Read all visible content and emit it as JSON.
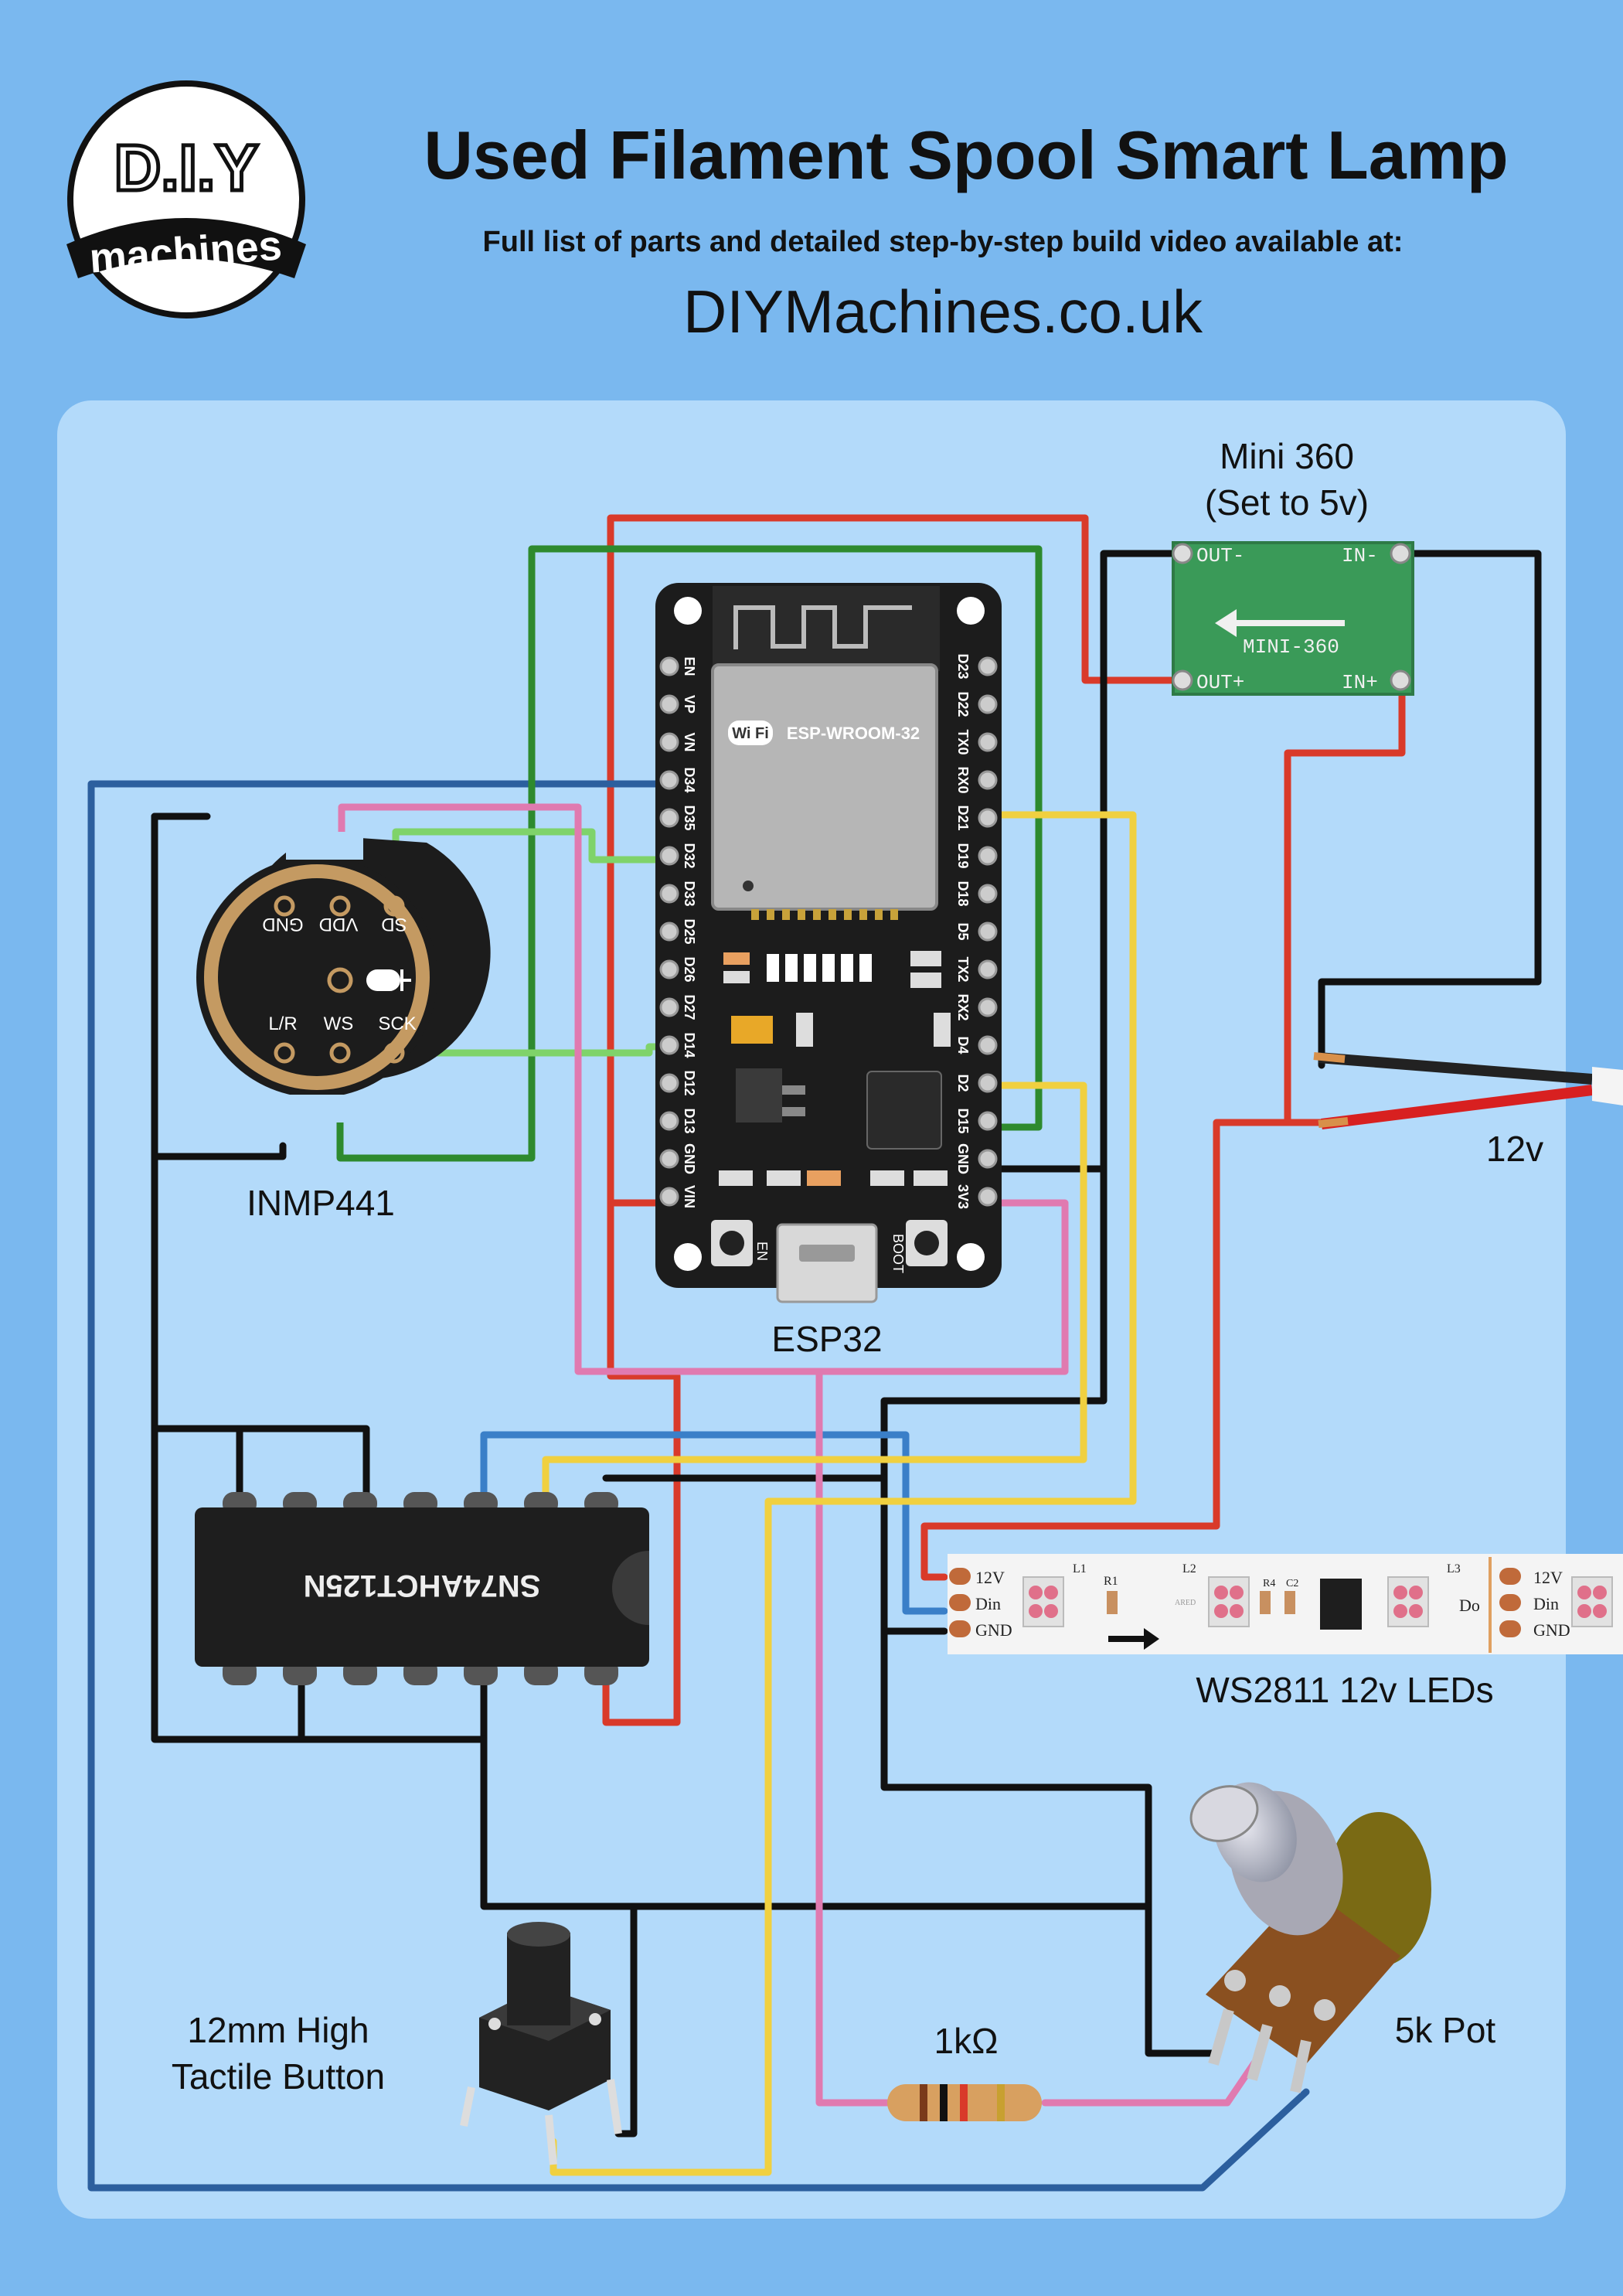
{
  "logo": {
    "top_text": "D.I.Y",
    "bottom_text": "machines"
  },
  "header": {
    "title": "Used Filament Spool Smart Lamp",
    "subtitle": "Full list of parts and detailed step-by-step build video available at:",
    "website": "DIYMachines.co.uk"
  },
  "components": {
    "esp32": {
      "label": "ESP32",
      "module_text": "ESP-WROOM-32",
      "wifi_text": "Wi Fi",
      "left_pins": [
        "EN",
        "VP",
        "VN",
        "D34",
        "D35",
        "D32",
        "D33",
        "D25",
        "D26",
        "D27",
        "D14",
        "D12",
        "D13",
        "GND",
        "VIN"
      ],
      "right_pins": [
        "D23",
        "D22",
        "TX0",
        "RX0",
        "D21",
        "D19",
        "D18",
        "D5",
        "TX2",
        "RX2",
        "D4",
        "D2",
        "D15",
        "GND",
        "3V3"
      ],
      "button_left": "EN",
      "button_right": "BOOT"
    },
    "mic": {
      "label": "INMP441",
      "pins": [
        "GND",
        "VDD",
        "SD",
        "L/R",
        "WS",
        "SCK"
      ]
    },
    "buck": {
      "label_line1": "Mini 360",
      "label_line2": "(Set to 5v)",
      "board_text": "MINI-360",
      "pins": [
        "OUT-",
        "IN-",
        "OUT+",
        "IN+"
      ]
    },
    "chip": {
      "text": "SN74AHCT125N"
    },
    "power": {
      "label": "12v"
    },
    "led_strip": {
      "label": "WS2811 12v LEDs",
      "pad_labels": [
        "12V",
        "Din",
        "GND"
      ],
      "right_pads": [
        "12V",
        "Din",
        "GND"
      ],
      "component_labels": [
        "L1",
        "R1",
        "L2",
        "R4",
        "C2",
        "L3",
        "Do"
      ],
      "chip_text": "ARED"
    },
    "pot": {
      "label": "5k Pot"
    },
    "button": {
      "label_line1": "12mm High",
      "label_line2": "Tactile Button"
    },
    "resistor": {
      "label": "1kΩ"
    }
  },
  "colors": {
    "background": "#7ab8ef",
    "panel": "#b3dafa",
    "wire_red": "#d93a2a",
    "wire_black": "#111111",
    "wire_green": "#2e8a2e",
    "wire_lightgreen": "#7fd36a",
    "wire_pink": "#e07ab0",
    "wire_blue": "#2c5f9e",
    "wire_lightblue": "#3a7fc8",
    "wire_yellow": "#f0d040",
    "wire_orange": "#e8b840"
  }
}
